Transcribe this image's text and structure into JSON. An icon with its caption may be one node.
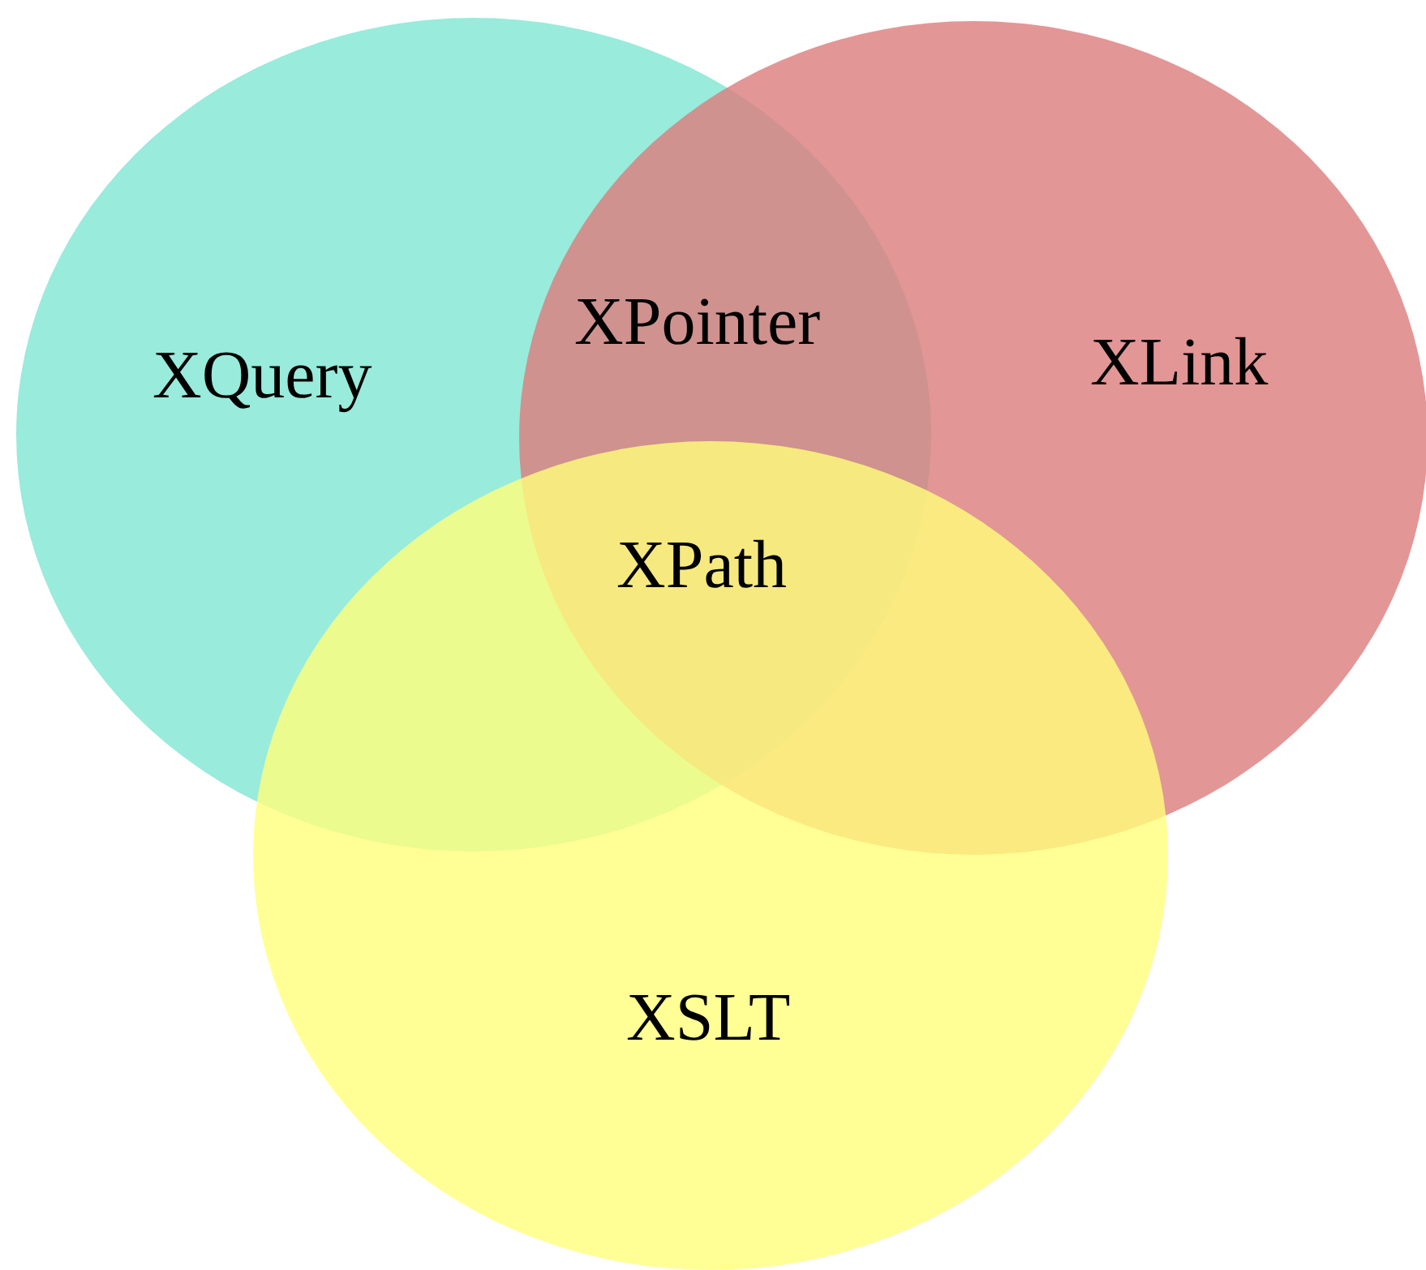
{
  "diagram": {
    "nodes": [
      {
        "text": [
          "XQuery"
        ]
      },
      {
        "text": [
          "XLink"
        ]
      },
      {
        "text": [
          "XSLT"
        ]
      }
    ],
    "labels": [
      "XPointer",
      "XPath"
    ]
  }
}
